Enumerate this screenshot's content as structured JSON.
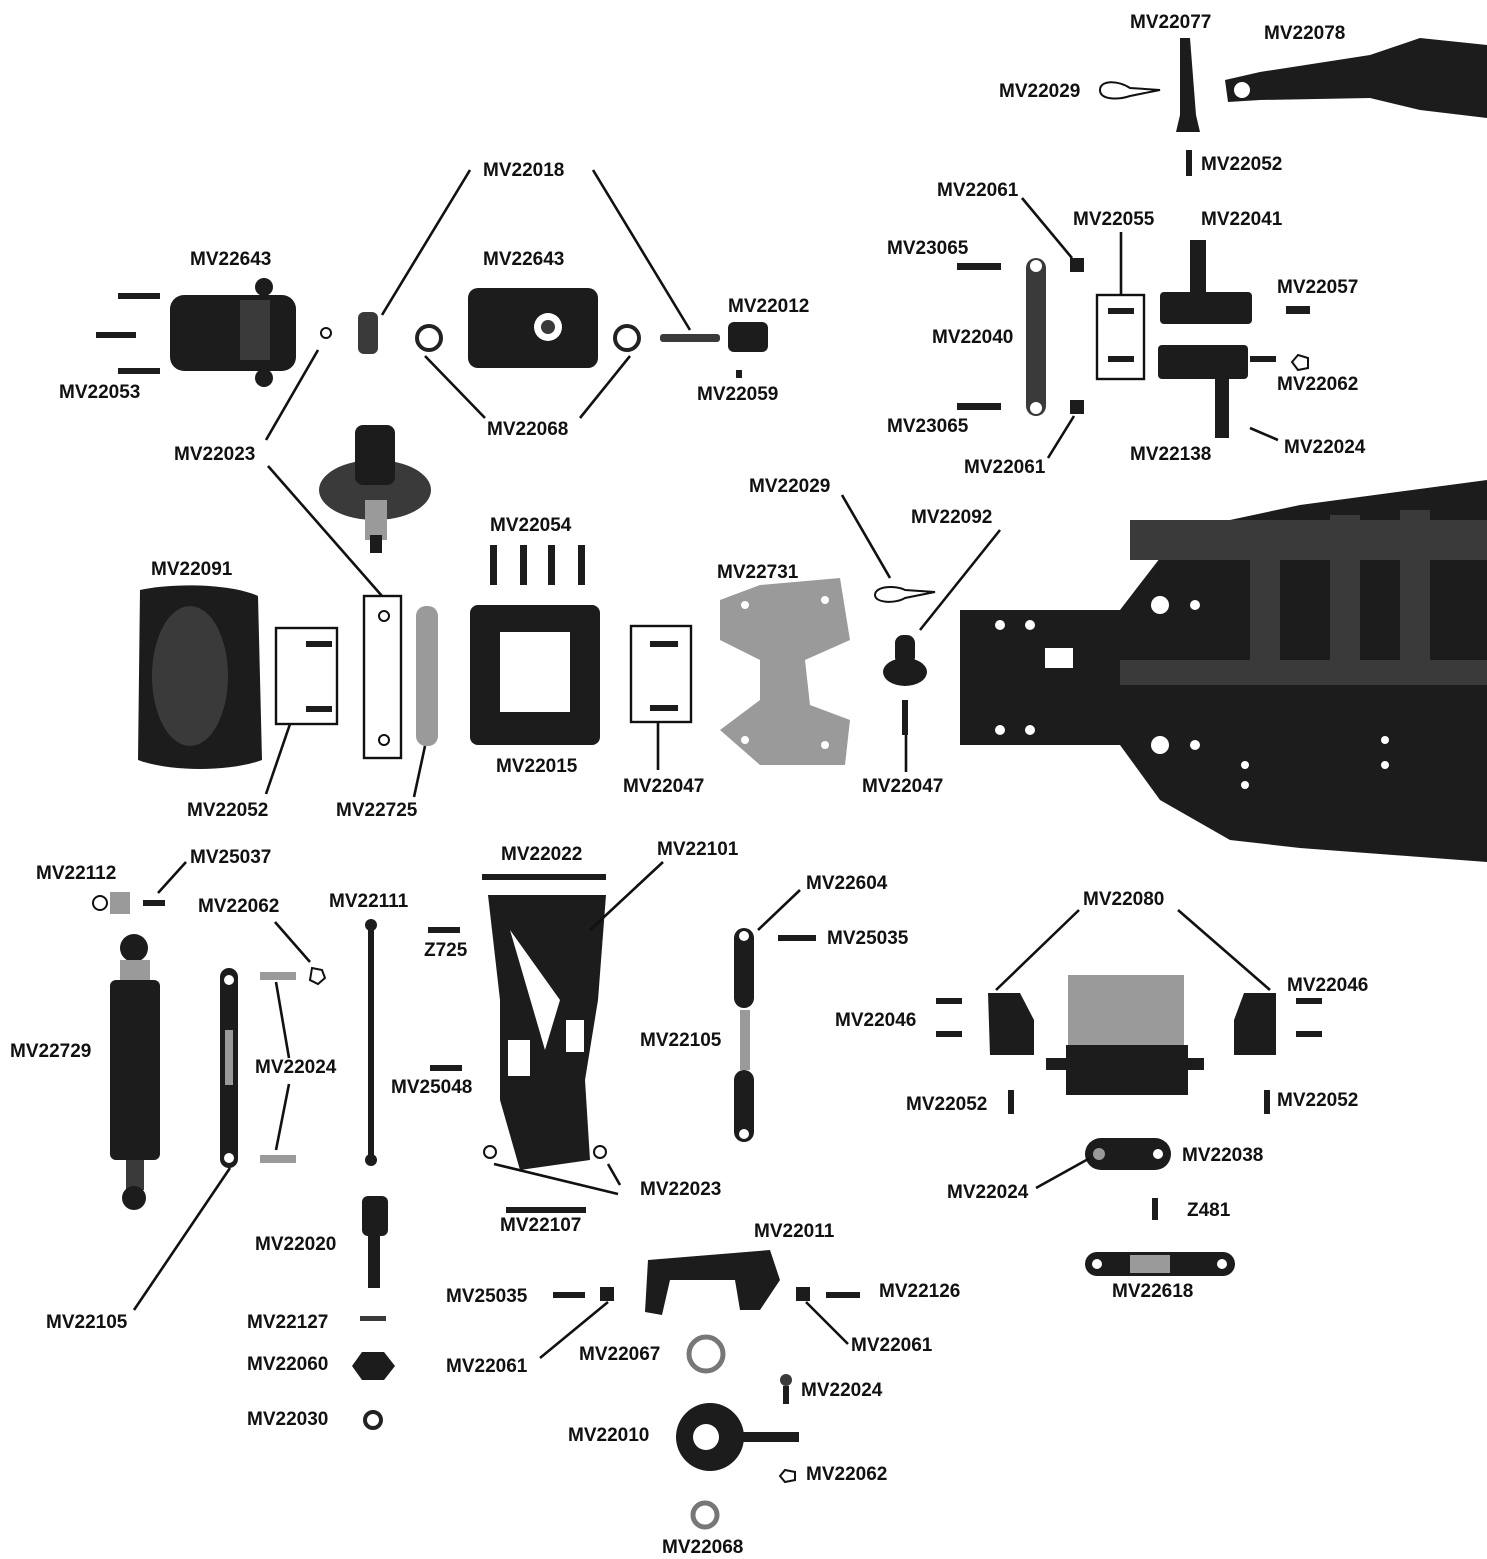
{
  "labels": {
    "mv22077_top": "MV22077",
    "mv22078_top": "MV22078",
    "mv22029_top": "MV22029",
    "mv22052_top": "MV22052",
    "mv22061_a": "MV22061",
    "mv22055": "MV22055",
    "mv22041": "MV22041",
    "mv23065_a": "MV23065",
    "mv22057": "MV22057",
    "mv22040": "MV22040",
    "mv22062_a": "MV22062",
    "mv23065_b": "MV23065",
    "mv22024_a": "MV22024",
    "mv22061_b": "MV22061",
    "mv22138": "MV22138",
    "mv22018": "MV22018",
    "mv22643_a": "MV22643",
    "mv22643_b": "MV22643",
    "mv22012": "MV22012",
    "mv22053": "MV22053",
    "mv22059": "MV22059",
    "mv22068_a": "MV22068",
    "mv22023_a": "MV22023",
    "mv22029_b": "MV22029",
    "mv22092": "MV22092",
    "mv22054": "MV22054",
    "mv22091": "MV22091",
    "mv22731": "MV22731",
    "mv22015": "MV22015",
    "mv22052_b": "MV22052",
    "mv22725": "MV22725",
    "mv22047_a": "MV22047",
    "mv22047_b": "MV22047",
    "mv22112": "MV22112",
    "mv25037": "MV25037",
    "mv22062_b": "MV22062",
    "mv22111": "MV22111",
    "mv22022": "MV22022",
    "mv22101": "MV22101",
    "mv22604": "MV22604",
    "z725": "Z725",
    "mv25035_a": "MV25035",
    "mv22080": "MV22080",
    "mv22046_a": "MV22046",
    "mv22046_b": "MV22046",
    "mv22729": "MV22729",
    "mv22024_b": "MV22024",
    "mv22105_a": "MV22105",
    "mv25048": "MV25048",
    "mv22052_c": "MV22052",
    "mv22052_d": "MV22052",
    "mv22038": "MV22038",
    "mv22023_b": "MV22023",
    "mv22024_c": "MV22024",
    "z481": "Z481",
    "mv22107": "MV22107",
    "mv22011": "MV22011",
    "mv22020": "MV22020",
    "mv22618": "MV22618",
    "mv25035_b": "MV25035",
    "mv22126": "MV22126",
    "mv22105_b": "MV22105",
    "mv22127": "MV22127",
    "mv22061_c": "MV22061",
    "mv22061_d": "MV22061",
    "mv22067": "MV22067",
    "mv22060": "MV22060",
    "mv22024_d": "MV22024",
    "mv22030": "MV22030",
    "mv22010": "MV22010",
    "mv22062_c": "MV22062",
    "mv22068_b": "MV22068"
  }
}
